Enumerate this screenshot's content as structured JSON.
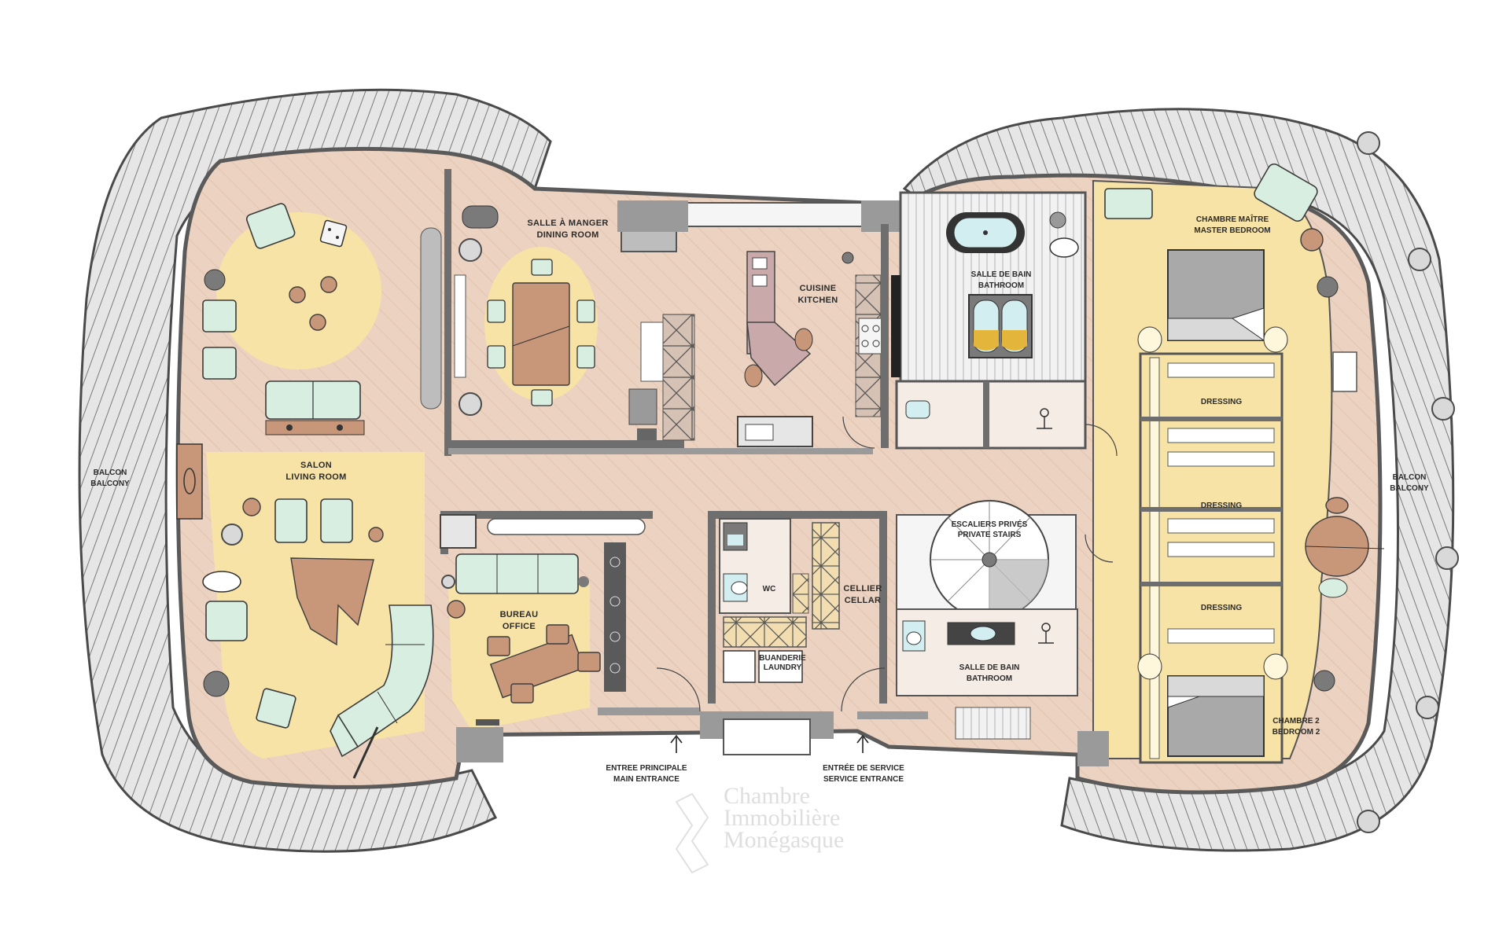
{
  "rooms": {
    "living": [
      "SALON",
      "LIVING ROOM"
    ],
    "dining": [
      "SALLE À MANGER",
      "DINING ROOM"
    ],
    "kitchen": [
      "CUISINE",
      "KITCHEN"
    ],
    "bathroom_top": [
      "SALLE DE BAIN",
      "BATHROOM"
    ],
    "master": [
      "CHAMBRE MAÎTRE",
      "MASTER BEDROOM"
    ],
    "dressing1": "DRESSING",
    "dressing2": "DRESSING",
    "dressing3": "DRESSING",
    "bedroom2": [
      "CHAMBRE 2",
      "BEDROOM 2"
    ],
    "office": [
      "BUREAU",
      "OFFICE"
    ],
    "wc": "WC",
    "cellar": [
      "CELLIER",
      "CELLAR"
    ],
    "laundry": [
      "BUANDERIE",
      "LAUNDRY"
    ],
    "stairs": [
      "ESCALIERS PRIVÉS",
      "PRIVATE STAIRS"
    ],
    "bathroom_bottom": [
      "SALLE DE BAIN",
      "BATHROOM"
    ],
    "balcony_left": [
      "BALCON",
      "BALCONY"
    ],
    "balcony_right": [
      "BALCON",
      "BALCONY"
    ],
    "main_entrance": [
      "ENTREE PRINCIPALE",
      "MAIN ENTRANCE"
    ],
    "service_entrance": [
      "ENTRÉE DE SERVICE",
      "SERVICE ENTRANCE"
    ]
  },
  "watermark": [
    "Chambre",
    "Immobilière",
    "Monégasque"
  ],
  "colors": {
    "floor": "#ecd2c0",
    "rug": "#f8e3a6",
    "balcony_deck": "#e9e9e9",
    "wall": "#6e6e6e",
    "sofa": "#d8eee0",
    "wood": "#c8977a"
  }
}
